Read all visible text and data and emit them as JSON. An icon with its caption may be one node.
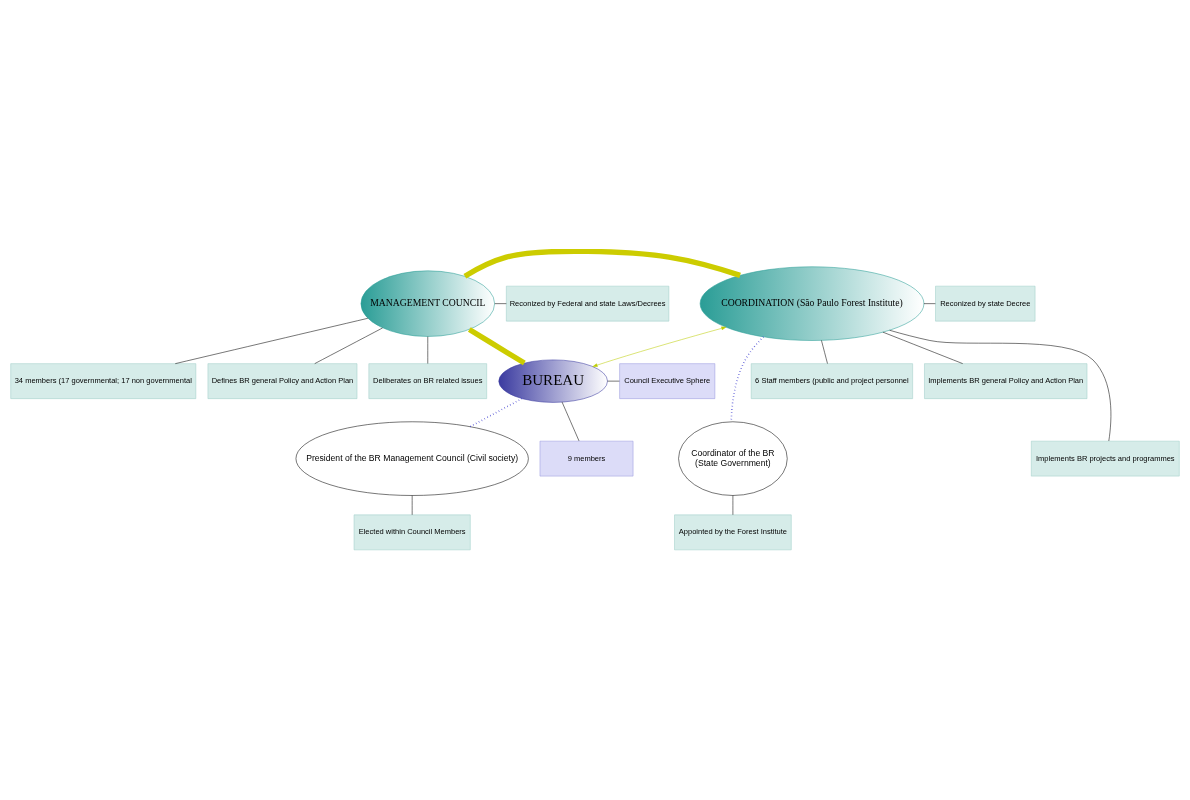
{
  "diagram": {
    "nodes": [
      {
        "text": [
          "MANAGEMENT COUNCIL"
        ]
      },
      {
        "text": [
          "COORDINATION (São Paulo Forest Institute)"
        ]
      },
      {
        "text": [
          "BUREAU"
        ]
      },
      {
        "text": [
          "President of the BR Management Council (Civil society)"
        ]
      },
      {
        "text": [
          "Coordinator of the BR",
          "(State Government)"
        ]
      },
      {
        "text": [
          "Reconized by Federal and state Laws/Decrees"
        ]
      },
      {
        "text": [
          "34 members (17 governmental; 17 non governmental"
        ]
      },
      {
        "text": [
          "Defines BR general Policy and Action Plan"
        ]
      },
      {
        "text": [
          "Deliberates on BR related issues"
        ]
      },
      {
        "text": [
          "Reconized by state Decree"
        ]
      },
      {
        "text": [
          "6 Staff members (public and project personnel"
        ]
      },
      {
        "text": [
          "Implements BR general Policy and Action Plan"
        ]
      },
      {
        "text": [
          "Implements BR projects and programmes"
        ]
      },
      {
        "text": [
          "Council Executive Sphere"
        ]
      },
      {
        "text": [
          "9 members"
        ]
      },
      {
        "text": [
          "Elected within Council Members"
        ]
      },
      {
        "text": [
          "Appointed by the Forest Institute"
        ]
      }
    ],
    "edges": [
      {
        "from": 0,
        "to": 1,
        "arrow": "none",
        "style": "thick",
        "color": "#cccc00"
      },
      {
        "from": 0,
        "to": 2,
        "arrow": "none",
        "style": "thick",
        "color": "#cccc00"
      },
      {
        "from": 1,
        "to": 2,
        "arrow": "both",
        "color": "#bbcc00"
      },
      {
        "from": 2,
        "to": 3,
        "arrow": "none",
        "style": "dashed",
        "color": "#3333cc"
      },
      {
        "from": 1,
        "to": 4,
        "arrow": "none",
        "style": "dashed",
        "color": "#3333cc"
      },
      {
        "from": 0,
        "to": 5,
        "arrow": "none"
      },
      {
        "from": 0,
        "to": 6,
        "arrow": "none"
      },
      {
        "from": 0,
        "to": 7,
        "arrow": "none"
      },
      {
        "from": 0,
        "to": 8,
        "arrow": "none"
      },
      {
        "from": 1,
        "to": 9,
        "arrow": "none"
      },
      {
        "from": 1,
        "to": 10,
        "arrow": "none"
      },
      {
        "from": 1,
        "to": 11,
        "arrow": "none"
      },
      {
        "from": 1,
        "to": 12,
        "arrow": "none"
      },
      {
        "from": 2,
        "to": 13,
        "arrow": "none"
      },
      {
        "from": 2,
        "to": 14,
        "arrow": "none"
      },
      {
        "from": 3,
        "to": 15,
        "arrow": "none"
      },
      {
        "from": 4,
        "to": 16,
        "arrow": "none"
      }
    ]
  }
}
